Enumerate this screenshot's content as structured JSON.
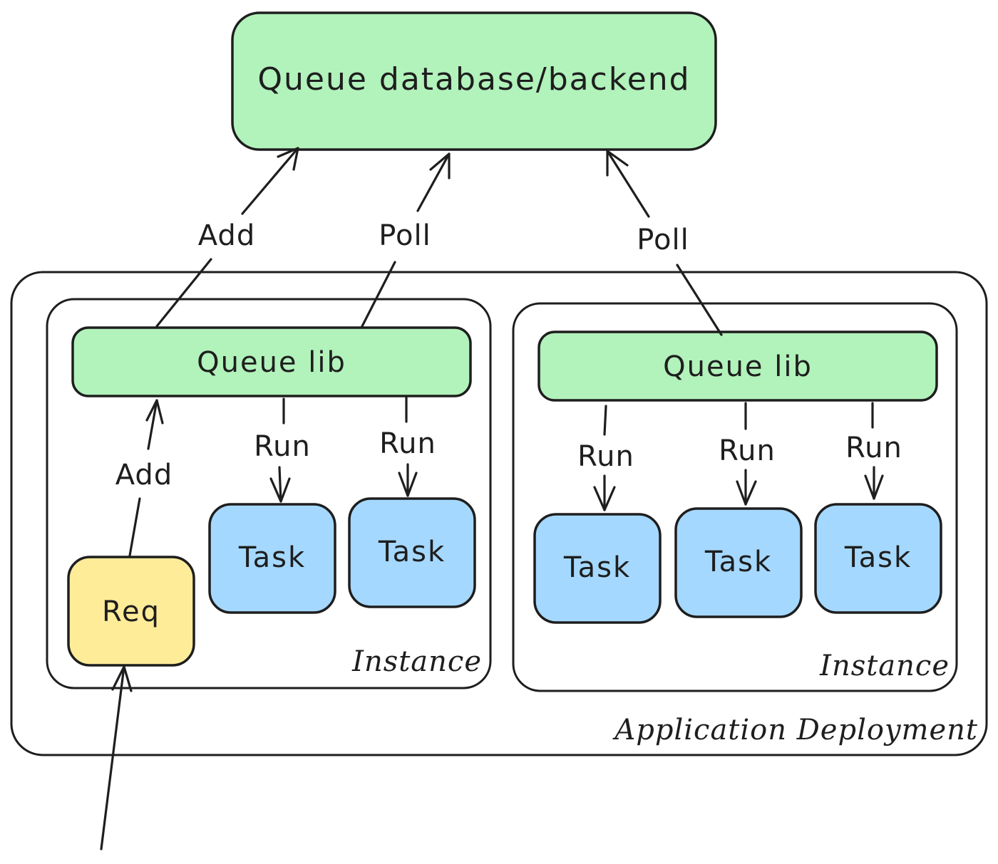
{
  "colors": {
    "backend": "#b2f2bb",
    "queue_lib": "#b2f2bb",
    "request": "#ffec99",
    "task": "#a5d8ff",
    "stroke": "#1e1e1e"
  },
  "nodes": {
    "backend": {
      "label": "Queue database/backend"
    },
    "queue_lib_left": {
      "label": "Queue lib"
    },
    "queue_lib_right": {
      "label": "Queue lib"
    },
    "request": {
      "label": "Req"
    },
    "task_1": {
      "label": "Task"
    },
    "task_2": {
      "label": "Task"
    },
    "task_3": {
      "label": "Task"
    },
    "task_4": {
      "label": "Task"
    },
    "task_5": {
      "label": "Task"
    }
  },
  "containers": {
    "deployment": {
      "label": "Application Deployment"
    },
    "instance_left": {
      "label": "Instance"
    },
    "instance_right": {
      "label": "Instance"
    }
  },
  "edges": {
    "lib_left_add": {
      "label": "Add"
    },
    "lib_left_poll": {
      "label": "Poll"
    },
    "lib_right_poll": {
      "label": "Poll"
    },
    "req_add": {
      "label": "Add"
    },
    "run_1": {
      "label": "Run"
    },
    "run_2": {
      "label": "Run"
    },
    "run_3": {
      "label": "Run"
    },
    "run_4": {
      "label": "Run"
    },
    "run_5": {
      "label": "Run"
    }
  }
}
